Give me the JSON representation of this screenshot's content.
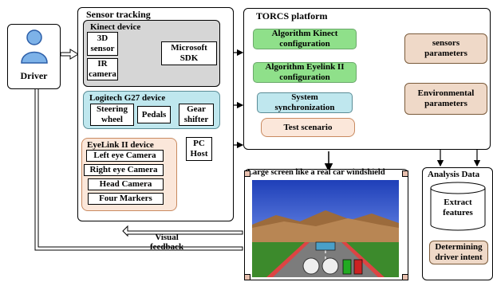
{
  "driver": {
    "label": "Driver"
  },
  "sensor_tracking": {
    "title": "Sensor tracking",
    "kinect": {
      "title": "Kinect device",
      "sensor_3d": "3D\nsensor",
      "ir_camera": "IR\ncamera",
      "sdk": "Microsoft\nSDK"
    },
    "logitech": {
      "title": "Logitech G27 device",
      "items": [
        "Steering\nwheel",
        "Pedals",
        "Gear\nshifter"
      ]
    },
    "eyelink": {
      "title": "EyeLink II device",
      "items": [
        "Left eye Camera",
        "Right eye Camera",
        "Head Camera",
        "Four Markers"
      ]
    },
    "pc_host": "PC\nHost"
  },
  "torcs": {
    "title": "TORCS platform",
    "algo_kinect": "Algorithm Kinect\nconfiguration",
    "algo_eyelink": "Algorithm Eyelink II\nconfiguration",
    "sync": "System\nsynchronization",
    "test_scenario": "Test scenario",
    "sensors_params": "sensors\nparameters",
    "env_params": "Environmental\nparameters"
  },
  "screen": {
    "title": "Large screen like a real car windshield"
  },
  "analysis": {
    "title": "Analysis Data",
    "extract": "Extract\nfeatures",
    "intent": "Determining\ndriver intent"
  },
  "feedback": {
    "label": "Visual\nfeedback"
  },
  "colors": {
    "green": "#8fe08a",
    "tan": "#efd9c8",
    "teal": "#bfe7ee",
    "beige": "#fbe7da",
    "kinect_bg": "#d6d6d6",
    "sky": "#3a64d8",
    "ground": "#3c8a2c"
  }
}
